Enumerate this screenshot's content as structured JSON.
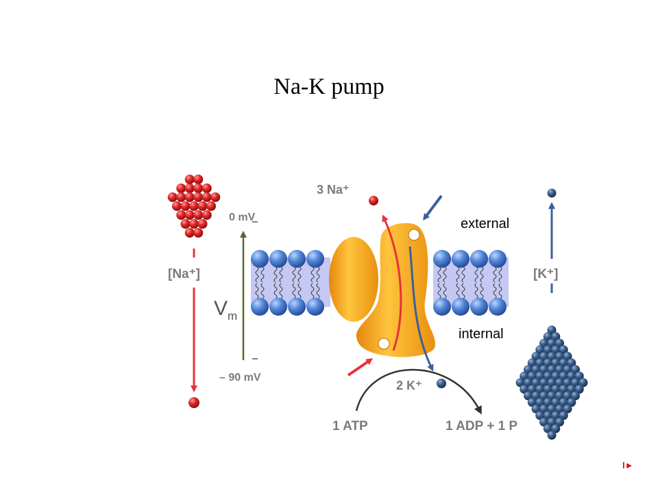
{
  "title": "Na-K pump",
  "labels": {
    "na_conc": "[Na⁺]",
    "k_conc": "[K⁺]",
    "mv_top": "0 mV",
    "mv_bottom": "– 90 mV",
    "vm_main": "V",
    "vm_sub": "m",
    "na_pumped": "3 Na⁺",
    "k_pumped": "2 K⁺",
    "external": "external",
    "internal": "internal",
    "atp": "1 ATP",
    "adp": "1 ADP + 1 P"
  },
  "nav": {
    "next_label": "I►"
  },
  "colors": {
    "sodium": "#e03030",
    "potassium": "#33577e",
    "pump": "#f5a623",
    "lipid_head": "#4f86d8",
    "membrane_band": "#c4c8f2",
    "arrow_red": "#e8313a",
    "arrow_blue": "#3a5f9a",
    "axis_green": "#556b2f",
    "label_grey": "#7a7a7a"
  }
}
